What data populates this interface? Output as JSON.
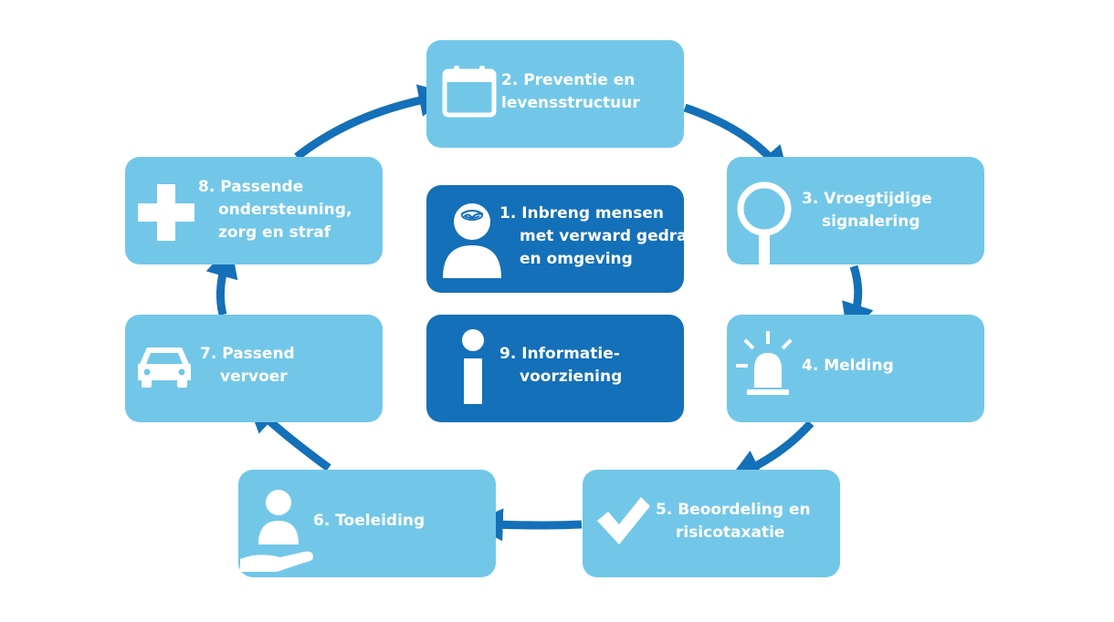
{
  "colors": {
    "light_box": "#72c7e8",
    "dark_box": "#1470b8",
    "arrow": "#1470b8",
    "text": "#ffffff"
  },
  "cycle": [
    {
      "id": "step-2",
      "icon": "calendar-icon",
      "lines": [
        "2. Preventie en",
        "levensstructuur"
      ]
    },
    {
      "id": "step-3",
      "icon": "magnifier-icon",
      "lines": [
        "3. Vroegtijdige",
        "signalering"
      ]
    },
    {
      "id": "step-4",
      "icon": "siren-icon",
      "lines": [
        "4. Melding"
      ]
    },
    {
      "id": "step-5",
      "icon": "checkmark-icon",
      "lines": [
        "5. Beoordeling en",
        "risicotaxatie"
      ]
    },
    {
      "id": "step-6",
      "icon": "person-hand-icon",
      "lines": [
        "6. Toeleiding"
      ]
    },
    {
      "id": "step-7",
      "icon": "car-icon",
      "lines": [
        "7. Passend",
        "vervoer"
      ]
    },
    {
      "id": "step-8",
      "icon": "plus-icon",
      "lines": [
        "8. Passende",
        "ondersteuning,",
        "zorg en straf"
      ]
    }
  ],
  "center": [
    {
      "id": "step-1",
      "icon": "confused-person-icon",
      "lines": [
        "1. Inbreng mensen",
        "met verward gedrag",
        "en omgeving"
      ]
    },
    {
      "id": "step-9",
      "icon": "info-icon",
      "lines": [
        "9. Informatie-",
        "voorziening"
      ]
    }
  ]
}
